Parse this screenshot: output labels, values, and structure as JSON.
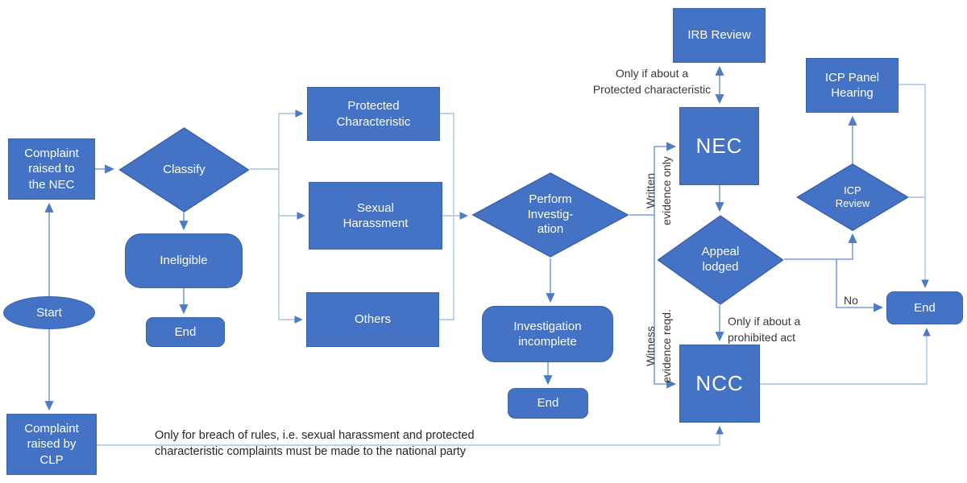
{
  "nodes": {
    "complaint_nec": "Complaint\nraised to\nthe NEC",
    "classify": "Classify",
    "ineligible": "Ineligible",
    "end_1": "End",
    "start": "Start",
    "complaint_clp": "Complaint\nraised by\nCLP",
    "protected_characteristic": "Protected\nCharacteristic",
    "sexual_harassment": "Sexual\nHarassment",
    "others": "Others",
    "perform_investigation": "Perform\nInvestig-\nation",
    "investigation_incomplete": "Investigation\nincomplete",
    "end_2": "End",
    "irb_review": "IRB Review",
    "nec": "NEC",
    "appeal_lodged": "Appeal\nlodged",
    "ncc": "NCC",
    "icp_panel_hearing": "ICP Panel\nHearing",
    "icp_review": "ICP\nReview",
    "end_3": "End"
  },
  "annotations": {
    "only_protected": "Only if about a\nProtected characteristic",
    "written_evidence": "Written\nevidence only",
    "witness_evidence": "Witness\nevidence reqd.",
    "only_prohibited": "Only if about a\nprohibited act",
    "no_label": "No",
    "clp_note": "Only for breach of rules, i.e. sexual harassment and protected\ncharacteristic complaints must be made to the national party"
  },
  "colors": {
    "node_fill": "#4472C4",
    "node_border": "#3A62AE",
    "connector": "#7AA0DA",
    "connector_light": "#A9C3E8",
    "arrowhead": "#4D7CC7",
    "node_text": "#FFFFFF",
    "annotation_text": "#383838"
  }
}
